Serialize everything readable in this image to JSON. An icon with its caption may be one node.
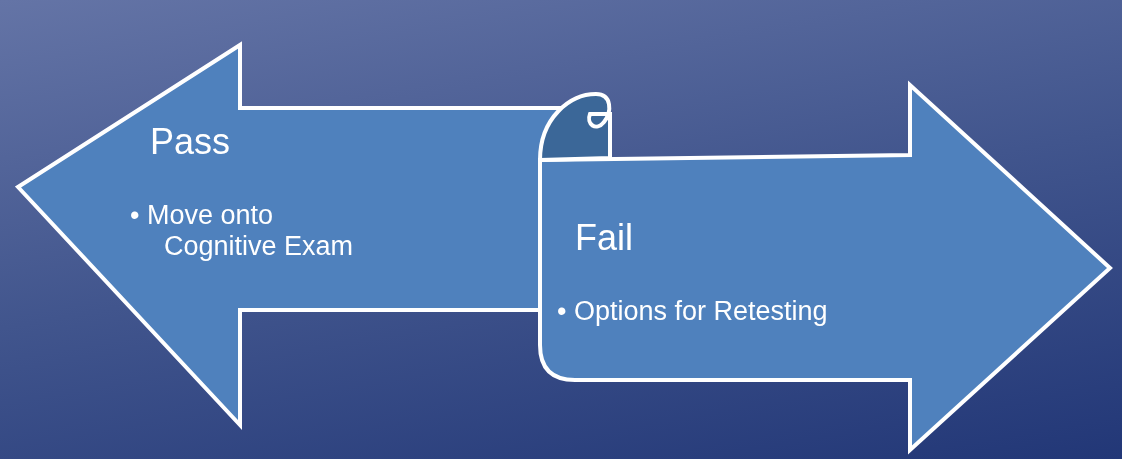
{
  "diagram": {
    "nodes": [
      {
        "text": [
          "Pass",
          "• Move onto Cognitive Exam"
        ]
      },
      {
        "text": [
          "Fail",
          "• Options for Retesting"
        ]
      }
    ]
  }
}
